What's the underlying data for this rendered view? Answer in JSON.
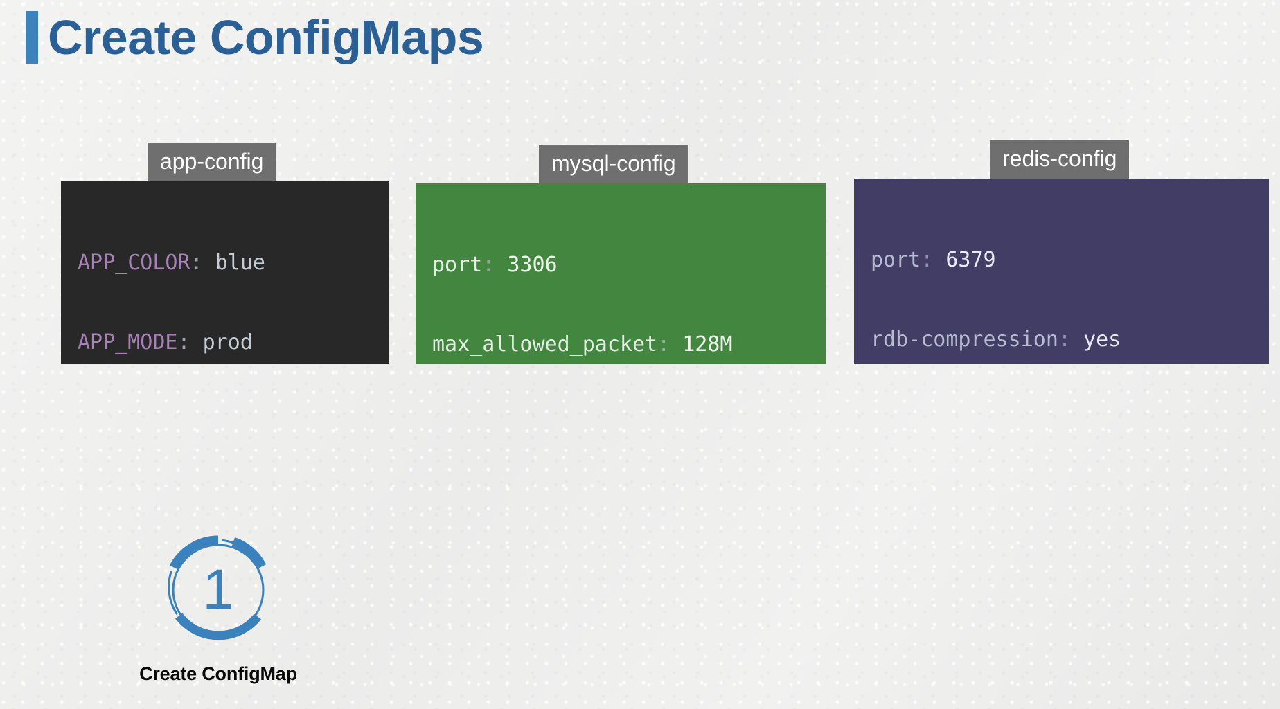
{
  "slide": {
    "title": "Create ConfigMaps",
    "accent_color": "#3d82bd",
    "title_color": "#2a6096",
    "background_color": "#efefee"
  },
  "configmaps": [
    {
      "name": "app-config",
      "box_color": "#282828",
      "tab_color": "#6f6f6f",
      "entries": [
        {
          "key": "APP_COLOR",
          "colon": ": ",
          "value": "blue"
        },
        {
          "key": "APP_MODE",
          "colon": ": ",
          "value": "prod"
        }
      ]
    },
    {
      "name": "mysql-config",
      "box_color": "#43863f",
      "tab_color": "#6f6f6f",
      "entries": [
        {
          "key": "port",
          "colon": ": ",
          "value": "3306"
        },
        {
          "key": "max_allowed_packet",
          "colon": ": ",
          "value": "128M"
        }
      ]
    },
    {
      "name": "redis-config",
      "box_color": "#413d64",
      "tab_color": "#6f6f6f",
      "entries": [
        {
          "key": "port",
          "colon": ": ",
          "value": "6379"
        },
        {
          "key": "rdb-compression",
          "colon": ": ",
          "value": "yes"
        }
      ]
    }
  ],
  "step": {
    "number": "1",
    "label": "Create ConfigMap",
    "ring_color": "#3b82bd"
  }
}
